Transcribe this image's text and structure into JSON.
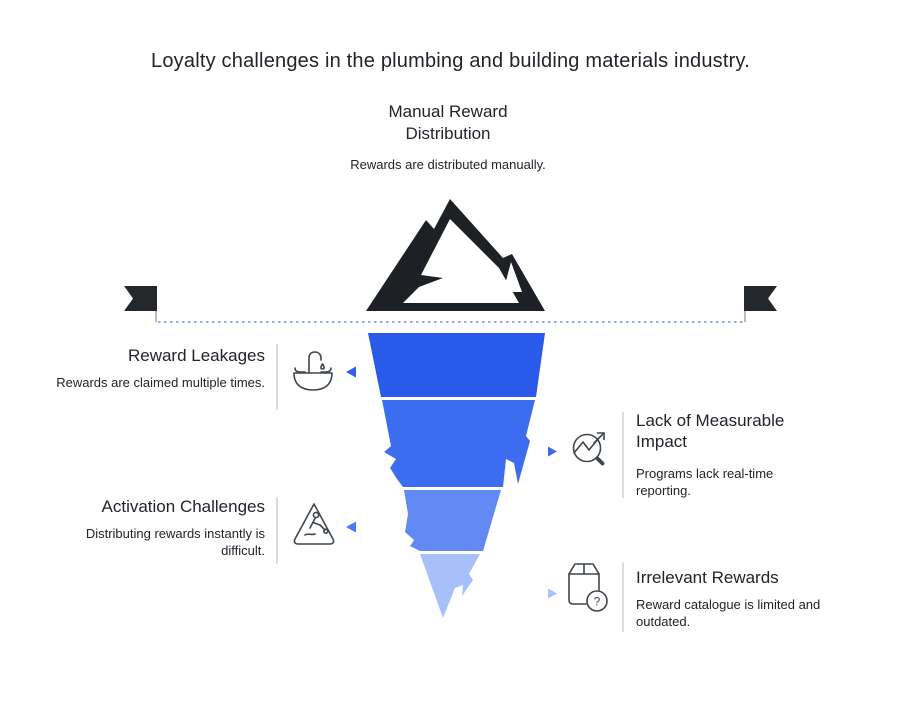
{
  "title": "Loyalty challenges in the plumbing and building materials industry.",
  "top": {
    "heading": "Manual Reward Distribution",
    "description": "Rewards are distributed manually."
  },
  "items": [
    {
      "heading": "Reward Leakages",
      "description": "Rewards are claimed multiple times.",
      "side": "left",
      "icon": "sink-leak-icon",
      "arrow_color": "#2E5EEA"
    },
    {
      "heading": "Lack of Measurable Impact",
      "description": "Programs lack real-time reporting.",
      "side": "right",
      "icon": "chart-magnifier-icon",
      "arrow_color": "#3B6CF0"
    },
    {
      "heading": "Activation Challenges",
      "description": "Distributing rewards instantly is difficult.",
      "side": "left",
      "icon": "roadwork-warning-icon",
      "arrow_color": "#4A7BF1"
    },
    {
      "heading": "Irrelevant Rewards",
      "description": "Reward catalogue is limited and outdated.",
      "side": "right",
      "icon": "package-question-icon",
      "arrow_color": "#A6C1F9"
    }
  ],
  "icons": {
    "package_question_mark": "?"
  },
  "colors": {
    "iceberg_segment_1": "#2A5AE9",
    "iceberg_segment_2": "#3C6DF0",
    "iceberg_segment_3": "#6289F3",
    "iceberg_segment_4": "#A6C1F9",
    "waterline": "#93A9EE",
    "mountain": "#1D2126",
    "flag": "#24272B",
    "flag_pole": "#A7ABB2",
    "text": "#20242B"
  }
}
